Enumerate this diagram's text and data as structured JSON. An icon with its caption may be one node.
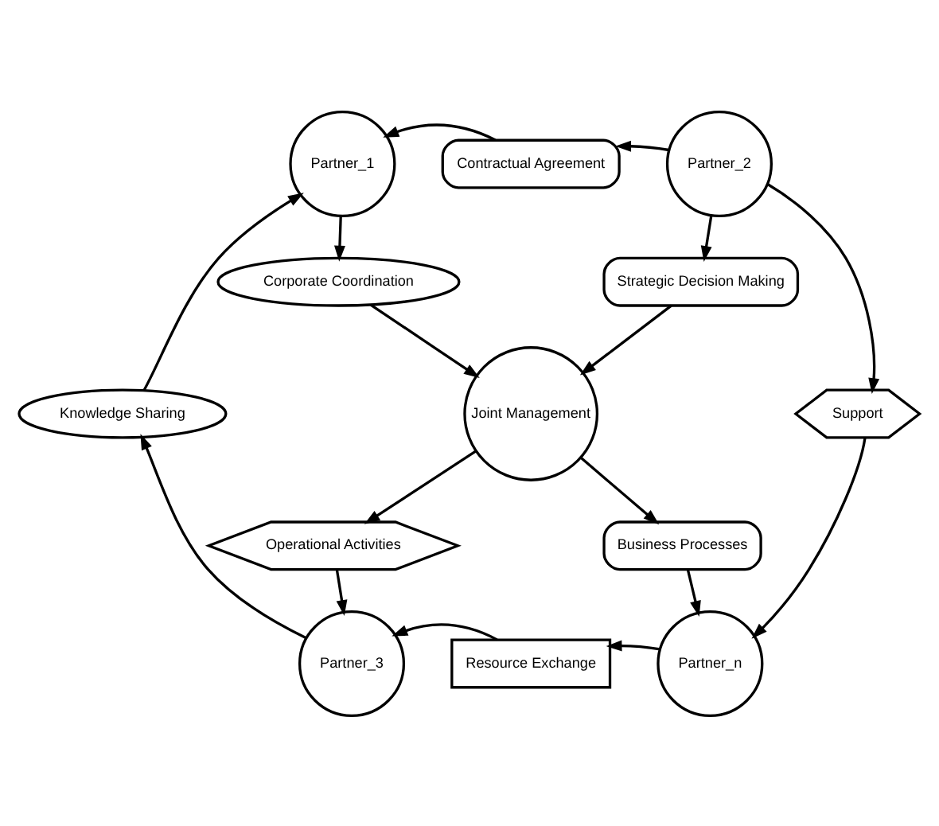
{
  "diagram": {
    "nodes": [
      {
        "text": [
          "Partner_1"
        ]
      },
      {
        "text": [
          "Contractual Agreement"
        ]
      },
      {
        "text": [
          "Partner_2"
        ]
      },
      {
        "text": [
          "Corporate Coordination"
        ]
      },
      {
        "text": [
          "Strategic Decision Making"
        ]
      },
      {
        "text": [
          "Knowledge Sharing"
        ]
      },
      {
        "text": [
          "Joint Management"
        ]
      },
      {
        "text": [
          "Support"
        ]
      },
      {
        "text": [
          "Operational Activities"
        ]
      },
      {
        "text": [
          "Business Processes"
        ]
      },
      {
        "text": [
          "Partner_3"
        ]
      },
      {
        "text": [
          "Resource Exchange"
        ]
      },
      {
        "text": [
          "Partner_n"
        ]
      }
    ],
    "edges": [
      {
        "from": 2,
        "to": 1,
        "arrow": "to"
      },
      {
        "from": 1,
        "to": 0,
        "arrow": "to"
      },
      {
        "from": 0,
        "to": 3,
        "arrow": "to"
      },
      {
        "from": 2,
        "to": 4,
        "arrow": "to"
      },
      {
        "from": 2,
        "to": 7,
        "arrow": "to"
      },
      {
        "from": 3,
        "to": 6,
        "arrow": "to"
      },
      {
        "from": 4,
        "to": 6,
        "arrow": "to"
      },
      {
        "from": 6,
        "to": 8,
        "arrow": "to"
      },
      {
        "from": 6,
        "to": 9,
        "arrow": "to"
      },
      {
        "from": 7,
        "to": 12,
        "arrow": "to"
      },
      {
        "from": 8,
        "to": 10,
        "arrow": "to"
      },
      {
        "from": 9,
        "to": 12,
        "arrow": "to"
      },
      {
        "from": 12,
        "to": 11,
        "arrow": "to"
      },
      {
        "from": 11,
        "to": 10,
        "arrow": "to"
      },
      {
        "from": 10,
        "to": 5,
        "arrow": "to"
      },
      {
        "from": 5,
        "to": 0,
        "arrow": "to"
      }
    ]
  }
}
